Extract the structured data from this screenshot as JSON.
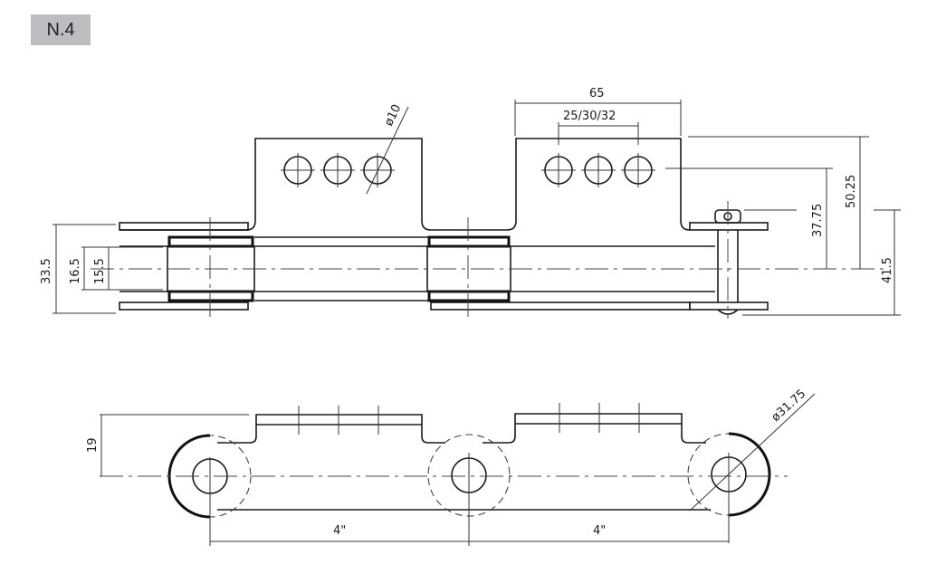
{
  "figure": {
    "label": "N.4",
    "top_view": {
      "hole_diameter": "ø10",
      "attachment_width": "65",
      "hole_spacing": "25/30/32",
      "height_top_holes": "37.75",
      "height_top_edge": "50.25",
      "pin_height": "41.5",
      "outer_width": "33.5",
      "inner_width": "16.5",
      "roller_width": "15.5"
    },
    "side_view": {
      "plate_height": "19",
      "roller_diameter": "ø31.75",
      "pitch_left": "4\"",
      "pitch_right": "4\""
    }
  }
}
